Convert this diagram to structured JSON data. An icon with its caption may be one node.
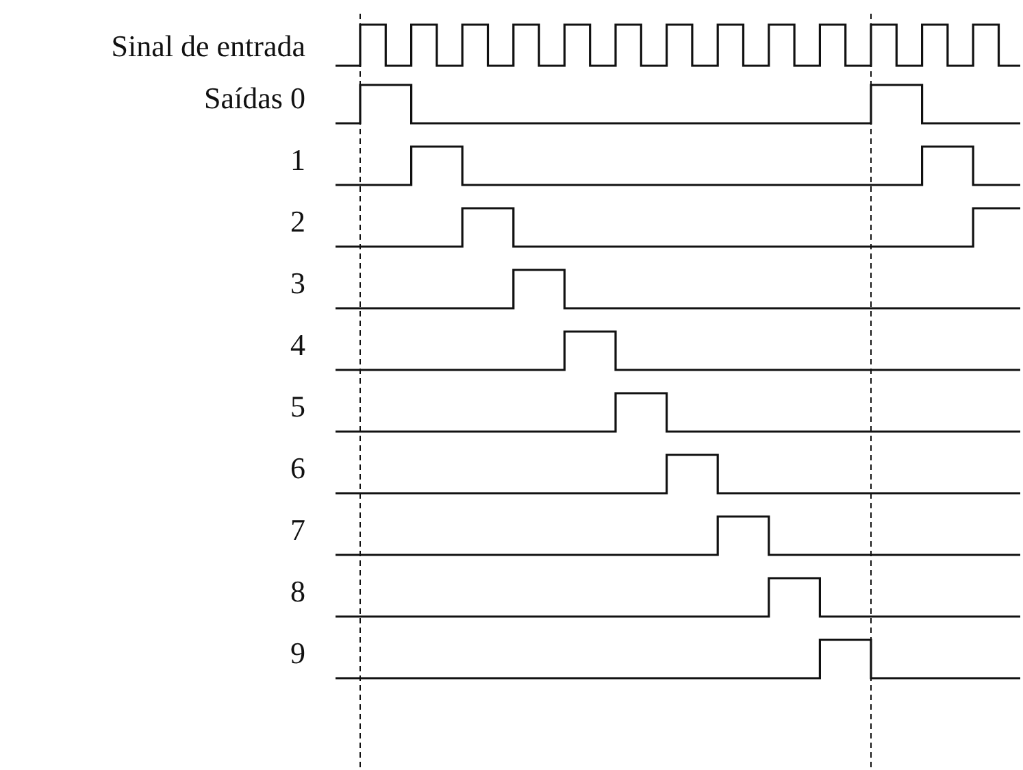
{
  "diagram": {
    "labels": [
      "Sinal de entrada",
      "Saídas 0",
      "1",
      "2",
      "3",
      "4",
      "5",
      "6",
      "7",
      "8",
      "9"
    ]
  }
}
